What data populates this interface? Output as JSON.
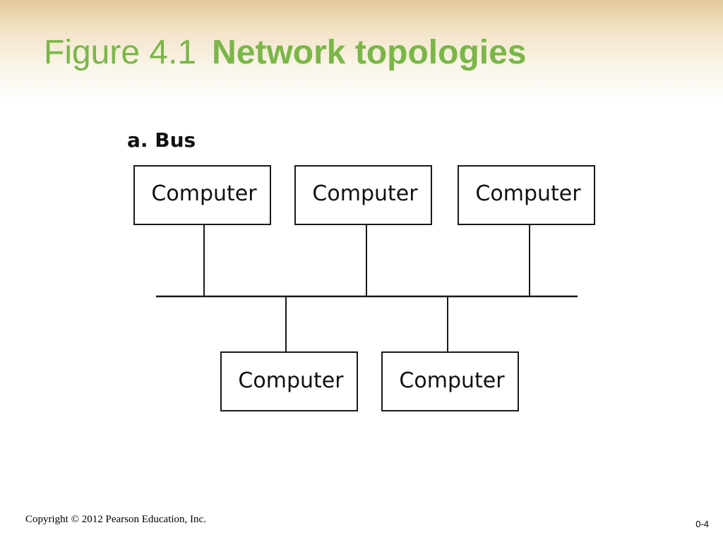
{
  "slide": {
    "title_number": "Figure 4.1",
    "title_name": "Network topologies",
    "copyright": "Copyright © 2012 Pearson Education, Inc.",
    "slide_number": "0-4"
  },
  "diagram": {
    "label": "a. Bus",
    "computers_top": [
      "Computer",
      "Computer",
      "Computer"
    ],
    "computers_bottom": [
      "Computer",
      "Computer"
    ]
  },
  "colors": {
    "title_green": "#7ab648",
    "header_band": "#e2c99a",
    "line": "#1a1a1a"
  }
}
